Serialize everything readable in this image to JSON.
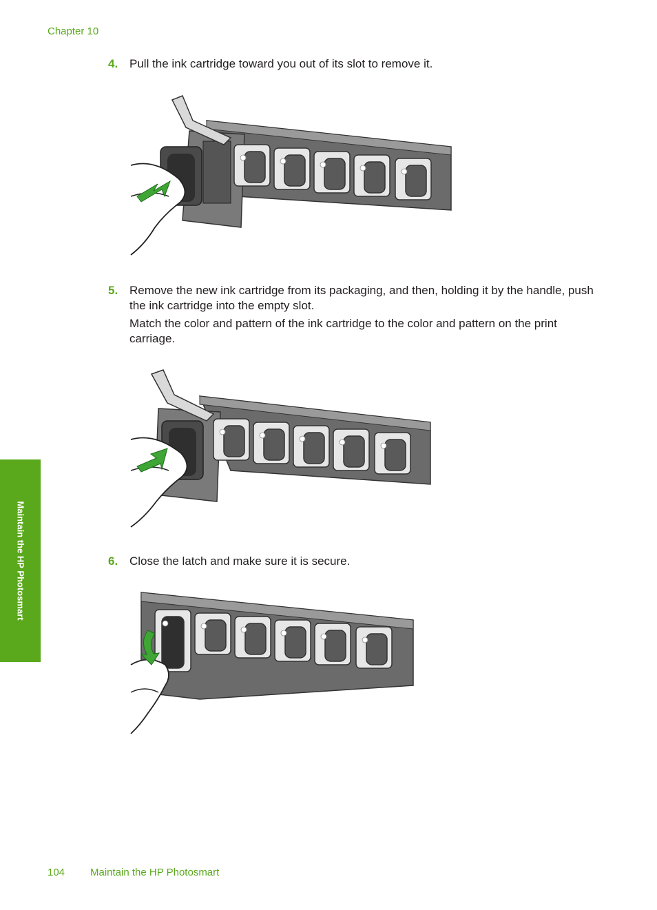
{
  "header": {
    "chapter": "Chapter 10"
  },
  "steps": [
    {
      "num": "4.",
      "text": "Pull the ink cartridge toward you out of its slot to remove it."
    },
    {
      "num": "5.",
      "text": "Remove the new ink cartridge from its packaging, and then, holding it by the handle, push the ink cartridge into the empty slot.",
      "note": "Match the color and pattern of the ink cartridge to the color and pattern on the print carriage."
    },
    {
      "num": "6.",
      "text": "Close the latch and make sure it is secure."
    }
  ],
  "side_tab": {
    "label": "Maintain the HP Photosmart"
  },
  "footer": {
    "page_number": "104",
    "section": "Maintain the HP Photosmart"
  },
  "colors": {
    "accent_green": "#5aa81c",
    "arrow_green": "#3fa535"
  },
  "icons": [
    "hp-logo-icon",
    "arrow-out-icon",
    "arrow-in-icon",
    "arrow-down-icon"
  ]
}
